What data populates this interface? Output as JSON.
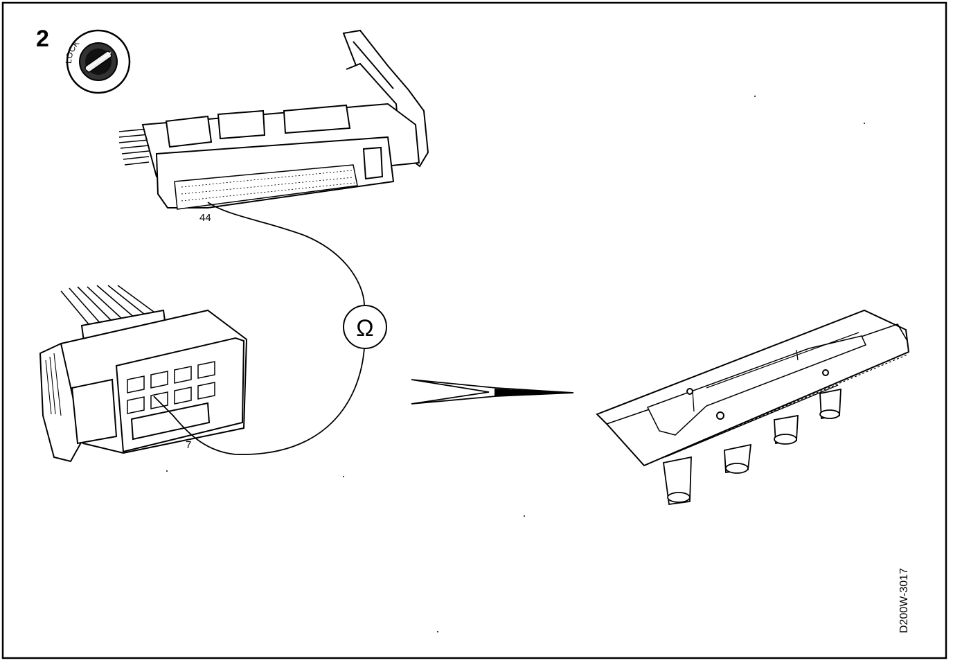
{
  "figure": {
    "step_number": "2",
    "lock_label": "LOCK",
    "ecu_pin_label": "44",
    "connector_pin_label": "7",
    "ohmmeter_symbol": "Ω",
    "figure_code": "D200W-3017"
  }
}
